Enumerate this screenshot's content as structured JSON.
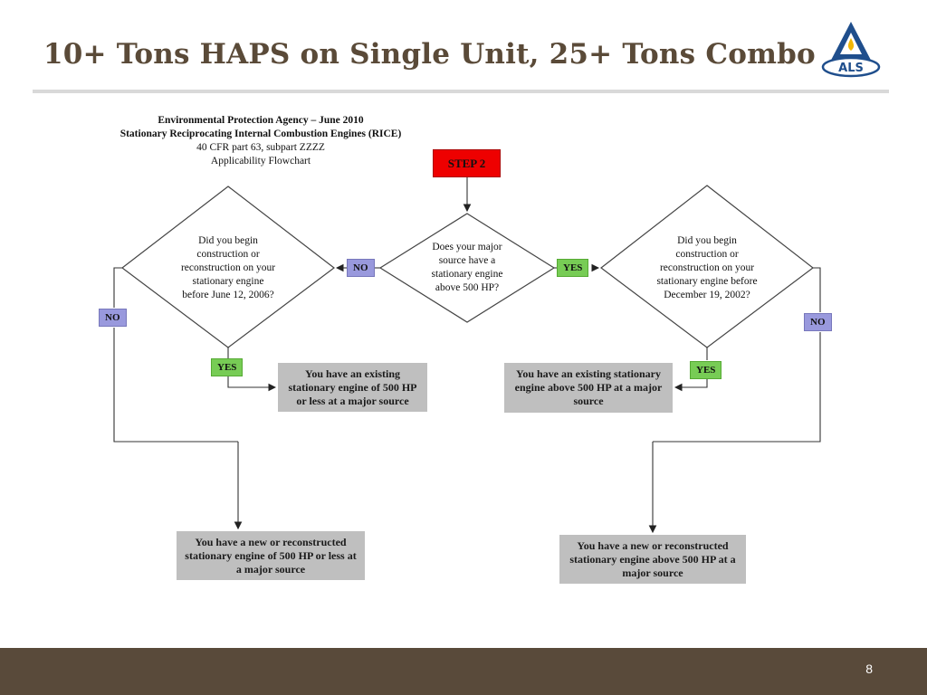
{
  "slide": {
    "title": "10+ Tons HAPS on Single Unit, 25+ Tons Combo",
    "page_number": "8",
    "logo_text": "ALS"
  },
  "flowchart": {
    "header": {
      "line1": "Environmental Protection Agency – June 2010",
      "line2": "Stationary Reciprocating Internal Combustion Engines (RICE)",
      "line3": "40 CFR part 63, subpart ZZZZ",
      "line4": "Applicability Flowchart"
    },
    "step_label": "STEP 2",
    "center_question": "Does your major source have a stationary engine above 500 HP?",
    "left_question": "Did you begin construction or reconstruction on your stationary engine before June 12, 2006?",
    "right_question": "Did you begin construction or reconstruction on your stationary engine before December 19, 2002?",
    "labels": {
      "no_center": "NO",
      "yes_center": "YES",
      "no_left": "NO",
      "yes_left": "YES",
      "no_right": "NO",
      "yes_right": "YES"
    },
    "outcomes": {
      "left_existing": "You have an existing stationary engine of 500 HP or less at a major source",
      "right_existing": "You have an existing stationary engine above 500 HP at a major source",
      "left_new": "You have a new or reconstructed stationary engine of 500 HP or less at a major source",
      "right_new": "You have a new or reconstructed stationary engine above 500 HP at a major source"
    },
    "colors": {
      "no_tag": "#9999dd",
      "yes_tag": "#77cc55",
      "step_tag": "#ee0000",
      "outcome_box": "#bfbfbf"
    }
  }
}
